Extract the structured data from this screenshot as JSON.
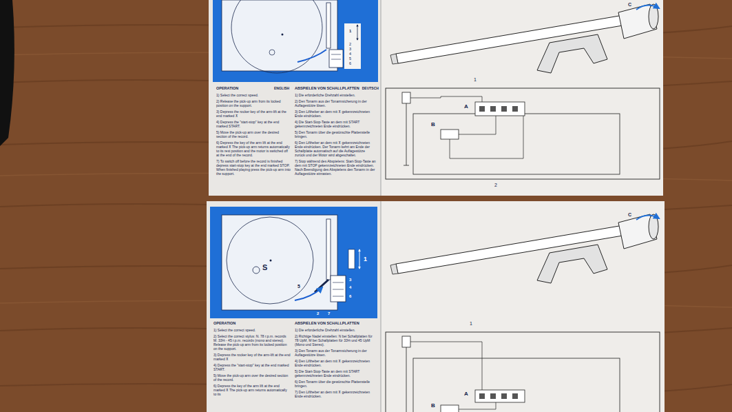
{
  "diagram": {
    "labels": [
      "1",
      "2",
      "3",
      "4",
      "5",
      "6",
      "OPERATION",
      "ENGLISH",
      "1) Select the correct speed.",
      "2) Release the pick-up arm from its locked position on the support.",
      "3) Depress the rocker key of the arm-lift at the end marked ⊼",
      "4) Depress the \"start-stop\" key at the end marked START.",
      "5) Move the pick-up arm over the desired section of the record.",
      "6) Depress the key of the arm lift at the end marked ⊼ The pick-up arm returns automatically to its rest position and the motor is switched off at the end of the record.",
      "7) To switch off before the record is finished depress start-stop key at the end marked STOP. When finished playing press the pick-up arm into the support.",
      "ABSPIELEN VON SCHALLPLATTEN",
      "DEUTSCH",
      "1) Die erforderliche Drehzahl einstellen.",
      "2) Den Tonarm aus der Tonarmsicherung in der Auflagestütze lösen.",
      "3) Den Liftheber an dem mit ⊼ gekennzeichneten Ende eindrücken.",
      "4) Die Start-Stop-Taste an dem mit START gekennzeichneten Ende eindrücken.",
      "5) Den Tonarm über die gewünschte Plattenstelle bringen.",
      "6) Den Liftheber an dem mit ⊼ gekennzeichneten Ende eindrücken. Der Tonarm kehrt am Ende der Schallplatte automatisch auf die Auflagestütze zurück und der Motor wird abgeschaltet.",
      "7) Stop während des Abspielens: Start-Stop-Taste an dem mit STOP gekennzeichneten Ende eindrücken. Nach Beendigung des Abspielens den Tonarm in der Auflagestütze einrasten.",
      "C",
      "1",
      "A",
      "B",
      "2",
      "1",
      "S",
      "5",
      "3",
      "4",
      "6",
      "2",
      "7",
      "OPERATION",
      "1) Select the correct speed.",
      "2) Select the correct stylus: N. 78 r.p.m. records M. 33⅓ - 45 r.p.m. records (mono and stereo). Release the pick-up arm from its locked position on the support.",
      "3) Depress the rocker key of the arm-lift at the end marked ⊼",
      "4) Depress the \"start-stop\" key at the end marked START.",
      "5) Move the pick-up arm over the desired section of the record.",
      "6) Depress the key of the arm lift at the end marked ⊼ The pick-up arm returns automatically to its",
      "ABSPIELEN VON SCHALLPLATTEN",
      "1) Die erforderliche Drehzahl einstellen.",
      "2) Richtige Nadel einstellen: N bei Schallplatten für 78 UpM, M bei Schallplatten für 33⅓ und 45 UpM (Mono und Stereo).",
      "3) Den Tonarm aus der Tonarmsicherung in der Auflagestütze lösen.",
      "4) Den Liftheber an dem mit ⊼ gekennzeichneten Ende eindrücken.",
      "5) Die Start-Stop-Taste an dem mit START gekennzeichneten Ende eindrücken.",
      "6) Den Tonarm über die gewünschte Plattenstelle bringen.",
      "7) Den Liftheber an dem mit ⊼ gekennzeichneten Ende eindrücken.",
      "C",
      "1",
      "A",
      "B"
    ]
  }
}
